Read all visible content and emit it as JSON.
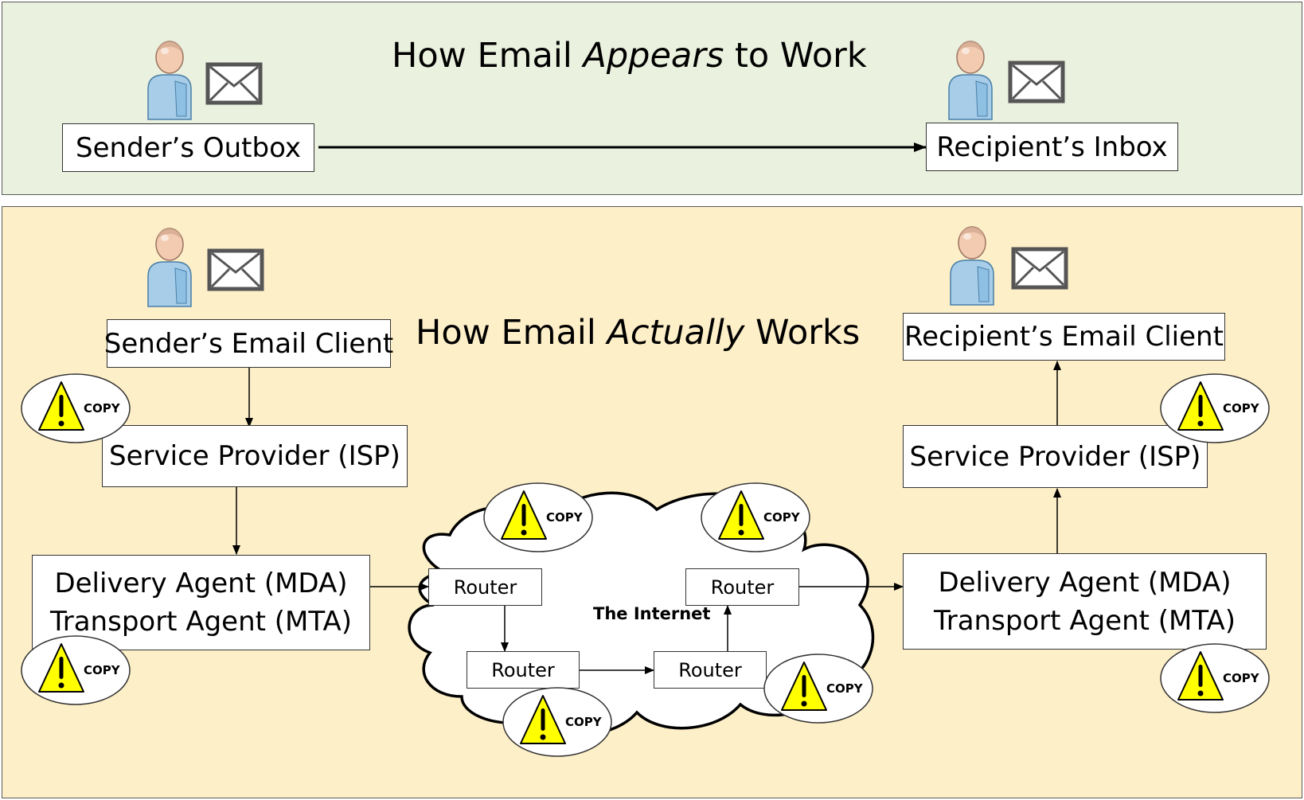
{
  "top": {
    "title_pre": "How Email ",
    "title_em": "Appears",
    "title_post": " to Work",
    "sender_label": "Sender’s Outbox",
    "recipient_label": "Recipient’s Inbox"
  },
  "bottom": {
    "title_pre": "How Email ",
    "title_em": "Actually",
    "title_post": " Works",
    "sender_client": "Sender’s Email Client",
    "recipient_client": "Recipient’s Email Client",
    "isp_left": "Service Provider (ISP)",
    "isp_right": "Service Provider (ISP)",
    "mda_left": "Delivery Agent (MDA)",
    "mta_left": "Transport Agent (MTA)",
    "mda_right": "Delivery Agent (MDA)",
    "mta_right": "Transport Agent (MTA)",
    "router_label": "Router",
    "internet_label": "The Internet",
    "copy_label": "COPY"
  },
  "icons": [
    "person-icon",
    "envelope-icon",
    "warning-icon",
    "cloud"
  ],
  "colors": {
    "top_panel": "#eaf1de",
    "bottom_panel": "#fdefc8",
    "warning_fill": "#ffff00",
    "person_skin": "#f3cbb1",
    "person_body": "#a7cde9"
  }
}
